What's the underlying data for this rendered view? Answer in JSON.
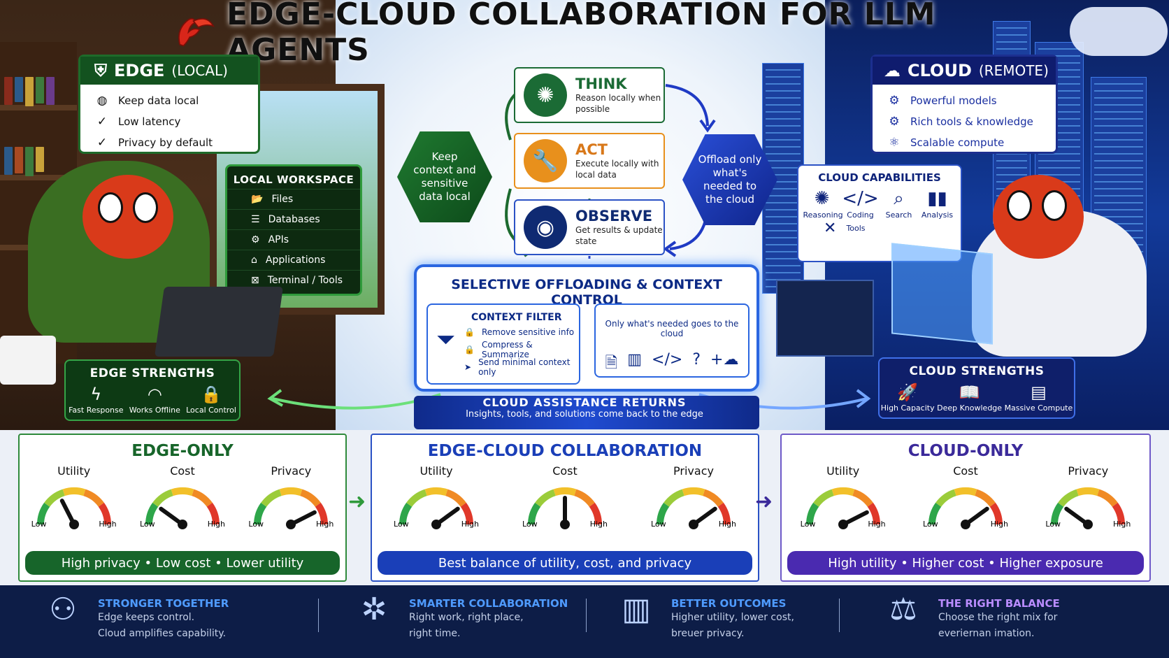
{
  "title": "EDGE-CLOUD COLLABORATION FOR LLM AGENTS",
  "edge": {
    "name": "EDGE",
    "tag": "(LOCAL)",
    "items": [
      "Keep data local",
      "Low latency",
      "Privacy by default"
    ]
  },
  "cloud": {
    "name": "CLOUD",
    "tag": "(REMOTE)",
    "items": [
      "Powerful models",
      "Rich tools & knowledge",
      "Scalable compute"
    ]
  },
  "workspace": {
    "title": "LOCAL WORKSPACE",
    "items": [
      "Files",
      "Databases",
      "APIs",
      "Applications",
      "Terminal / Tools"
    ]
  },
  "capabilities": {
    "title": "CLOUD CAPABILITIES",
    "items": [
      "Reasoning",
      "Coding",
      "Search",
      "Analysis",
      "Tools"
    ]
  },
  "loop": {
    "think": {
      "title": "THINK",
      "desc": "Reason locally when possible"
    },
    "act": {
      "title": "ACT",
      "desc": "Execute locally with local data"
    },
    "observe": {
      "title": "OBSERVE",
      "desc": "Get results & update state"
    }
  },
  "keep_context": "Keep context and sensitive data local",
  "offload": "Offload only what's needed to the cloud",
  "selective": {
    "title": "SELECTIVE OFFLOADING & CONTEXT CONTROL",
    "filter_title": "CONTEXT FILTER",
    "filter_items": [
      "Remove sensitive info",
      "Compress & Summarize",
      "Send minimal context only"
    ],
    "needed_text": "Only what's needed goes to the cloud"
  },
  "edge_strengths": {
    "title": "EDGE STRENGTHS",
    "items": [
      "Fast Response",
      "Works Offline",
      "Local Control"
    ]
  },
  "cloud_strengths": {
    "title": "CLOUD STRENGTHS",
    "items": [
      "High Capacity",
      "Deep Knowledge",
      "Massive Compute"
    ]
  },
  "returns": {
    "title": "CLOUD ASSISTANCE RETURNS",
    "subtitle": "Insights, tools, and solutions come back to the edge"
  },
  "gauge_labels": {
    "utility": "Utility",
    "cost": "Cost",
    "privacy": "Privacy",
    "low": "Low",
    "high": "High"
  },
  "comparison": [
    {
      "title": "EDGE-ONLY",
      "summary": "High privacy • Low cost • Lower utility",
      "color": "#17652a",
      "levels": {
        "utility": 0.35,
        "cost": 0.2,
        "privacy": 0.85
      }
    },
    {
      "title": "EDGE-CLOUD COLLABORATION",
      "summary": "Best balance of utility, cost, and privacy",
      "color": "#1a3fb8",
      "levels": {
        "utility": 0.8,
        "cost": 0.5,
        "privacy": 0.8
      }
    },
    {
      "title": "CLOUD-ONLY",
      "summary": "High utility • Higher cost • Higher exposure",
      "color": "#4a2ab0",
      "levels": {
        "utility": 0.85,
        "cost": 0.8,
        "privacy": 0.2
      }
    }
  ],
  "bottom": [
    {
      "title": "STRONGER TOGETHER",
      "line1": "Edge keeps control.",
      "line2": "Cloud amplifies capability.",
      "icon": "people-icon"
    },
    {
      "title": "SMARTER COLLABORATION",
      "line1": "Right work, right place,",
      "line2": "right time.",
      "icon": "network-icon"
    },
    {
      "title": "BETTER OUTCOMES",
      "line1": "Higher utility, lower cost,",
      "line2": "breuer privacy.",
      "icon": "chart-icon"
    },
    {
      "title": "THE RIGHT BALANCE",
      "line1": "Choose the right mix for",
      "line2": "everiernan imation.",
      "icon": "scale-icon"
    }
  ],
  "colors": {
    "edge": "#13521f",
    "cloud": "#0f1c6e",
    "think": "#1b6b35",
    "act": "#e8901c",
    "observe": "#0f2a72"
  }
}
